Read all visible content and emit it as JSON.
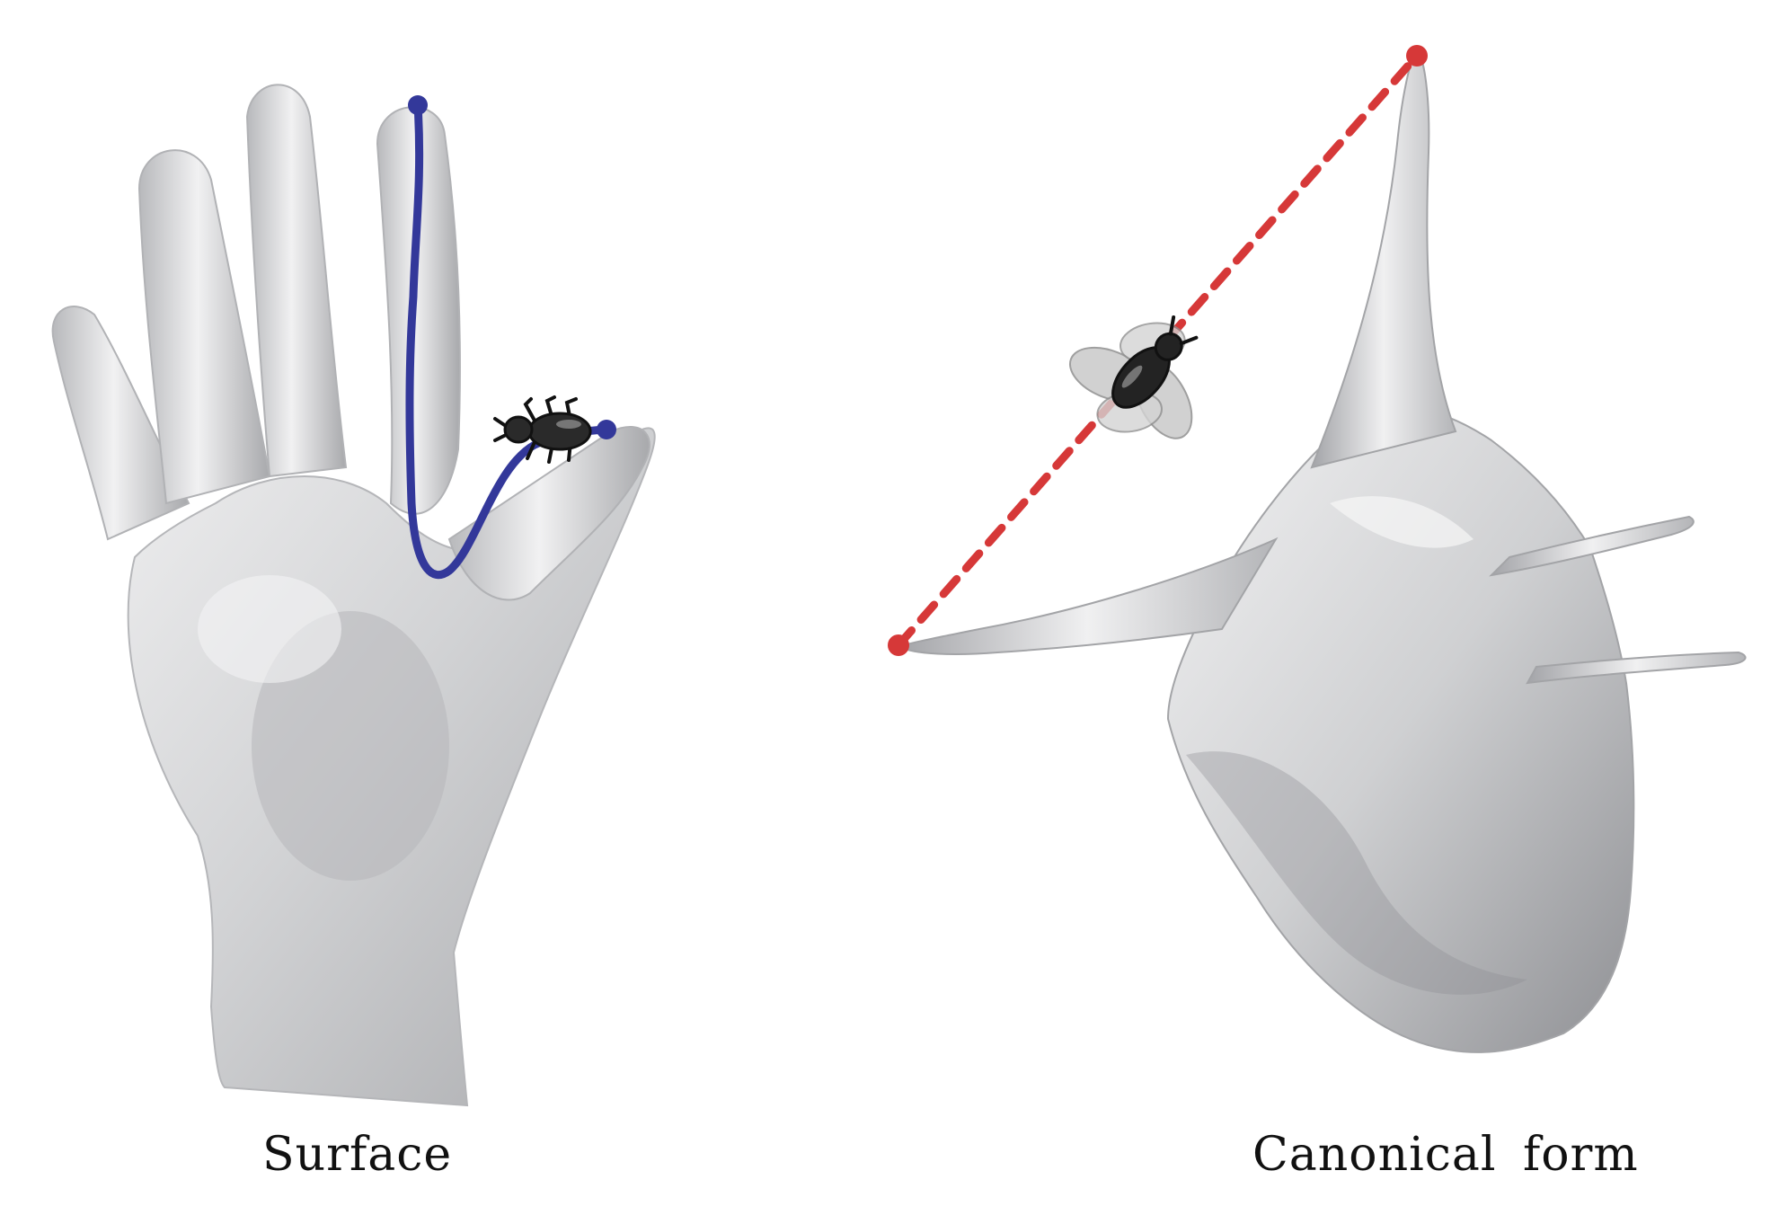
{
  "panels": [
    {
      "caption": "Surface",
      "path_color": "#33389a",
      "path_style": "solid geodesic on surface",
      "agent_icon": "ant-icon"
    },
    {
      "caption": "Canonical form",
      "path_color": "#d63838",
      "path_style": "dashed straight line",
      "agent_icon": "fly-icon"
    }
  ],
  "colors": {
    "surface_fill": "#c9cacc",
    "surface_shadow": "#9c9da1",
    "surface_highlight": "#f2f2f3",
    "background": "#ffffff"
  }
}
